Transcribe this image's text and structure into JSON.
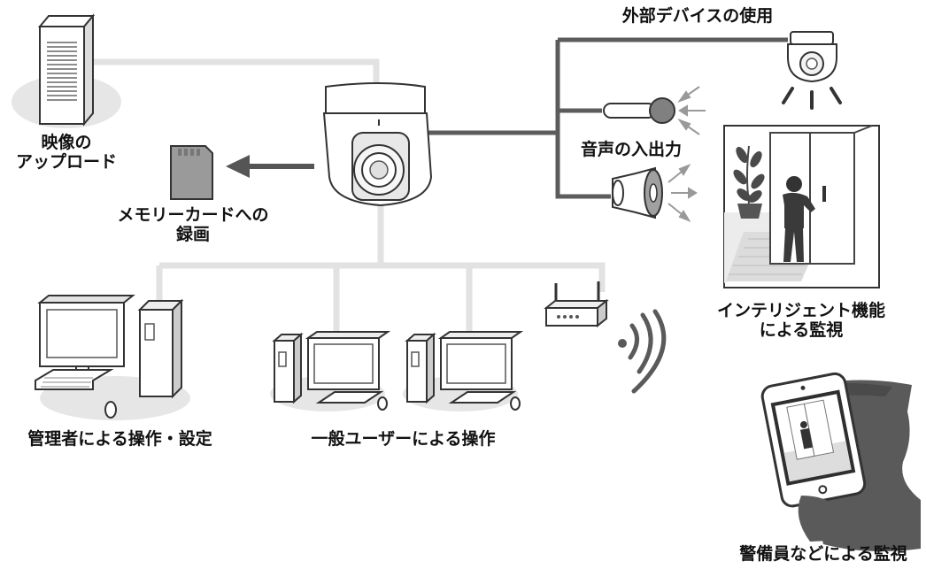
{
  "labels": {
    "upload": [
      "映像の",
      "アップロード"
    ],
    "sd_record": [
      "メモリーカードへの",
      "録画"
    ],
    "external_device": "外部デバイスの使用",
    "audio_io": "音声の入出力",
    "intelligent": [
      "インテリジェント機能",
      "による監視"
    ],
    "admin": "管理者による操作・設定",
    "general_user": "一般ユーザーによる操作",
    "guard": "警備員などによる監視"
  },
  "colors": {
    "line_light": "#e0e0e0",
    "line_dark": "#5a5a5a",
    "device_fill": "#ffffff",
    "device_stroke": "#333333",
    "accent_gray": "#8f8f8f",
    "silhouette": "#595959",
    "arrow_gray": "#9a9a9a"
  },
  "icons": [
    "server-icon",
    "network-camera-icon",
    "sd-card-icon",
    "dome-camera-icon",
    "microphone-icon",
    "speaker-icon",
    "door-scene-icon",
    "desktop-pc-icon",
    "router-icon",
    "wifi-signal-icon",
    "smartphone-icon",
    "guard-silhouette-icon"
  ]
}
